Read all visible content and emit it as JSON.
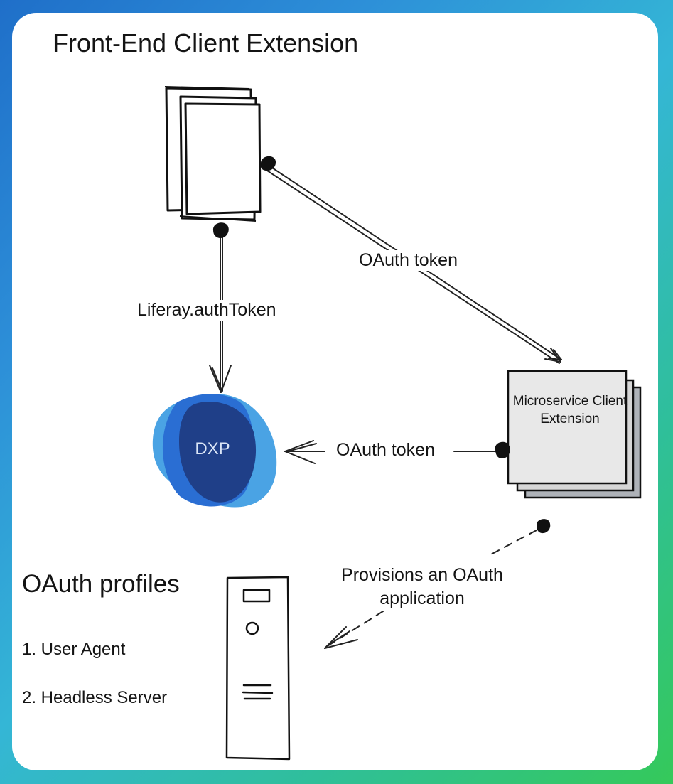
{
  "title": "Front-End Client Extension",
  "edges": {
    "frontend_to_microservice": "OAuth token",
    "frontend_to_dxp": "Liferay.authToken",
    "microservice_to_dxp": "OAuth token",
    "microservice_to_server": "Provisions an OAuth application"
  },
  "nodes": {
    "frontend": {
      "icon": "page-stack-icon"
    },
    "dxp": {
      "label": "DXP",
      "color_light": "#4aa3e4",
      "color_dark": "#1f3f88"
    },
    "microservice": {
      "label": "Microservice Client Extension",
      "fill": "#e8e8e8"
    },
    "server": {
      "icon": "server-tower-icon"
    }
  },
  "oauth_profiles": {
    "title": "OAuth profiles",
    "items": [
      "1. User Agent",
      "2. Headless Server"
    ]
  }
}
